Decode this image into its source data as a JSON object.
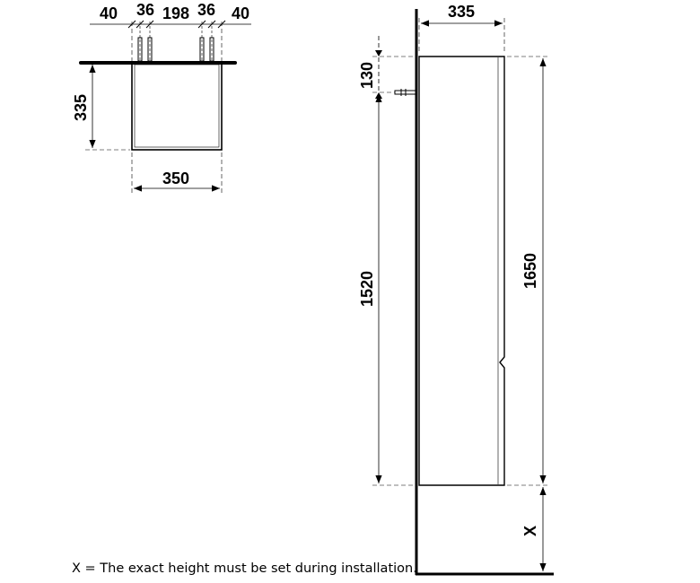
{
  "top_view": {
    "dims": [
      "40",
      "36",
      "198",
      "36",
      "40"
    ],
    "depth": "335",
    "width": "350"
  },
  "side_view": {
    "depth": "335",
    "top_offset": "130",
    "mount_height": "1520",
    "height": "1650",
    "floor_gap": "X"
  },
  "note": "X = The exact height must be set during installation."
}
